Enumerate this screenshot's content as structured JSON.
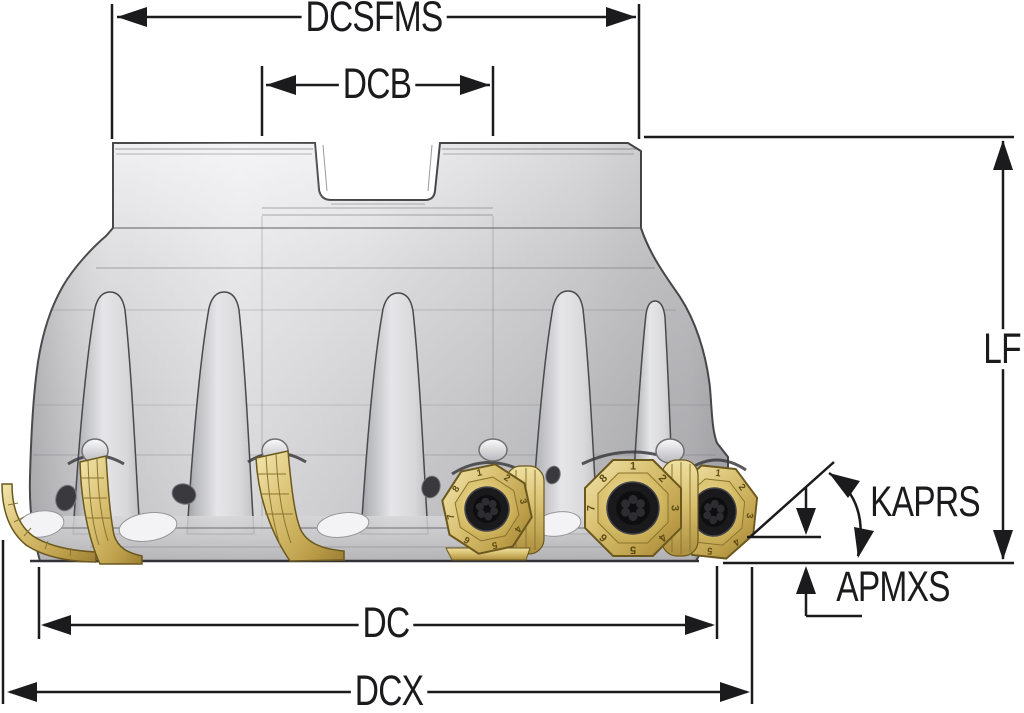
{
  "diagram": {
    "labels": {
      "dcsfms": "DCSFMS",
      "dcb": "DCB",
      "lf": "LF",
      "kaprs": "KAPRS",
      "apmxs": "APMXS",
      "dc": "DC",
      "dcx": "DCX"
    },
    "insert_numbers": [
      "1",
      "2",
      "3",
      "4",
      "5",
      "6",
      "7",
      "8"
    ],
    "colors": {
      "background": "#ffffff",
      "dimension_ink": "#1b1b1d",
      "body_light": "#f0f0f2",
      "body_dark": "#c3c3c6",
      "body_outline": "#47474a",
      "insert_gold": "#d9c172",
      "insert_gold_light": "#f2e5ac",
      "insert_gold_dark": "#8a7430",
      "screw_black": "#17171a"
    }
  }
}
